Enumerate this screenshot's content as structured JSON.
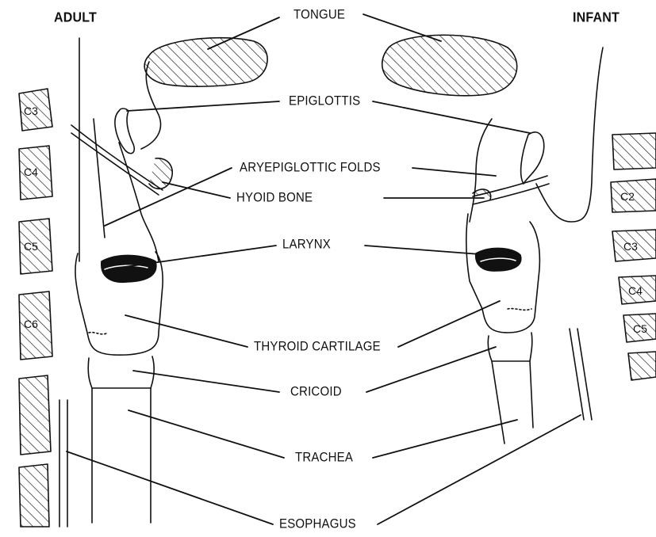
{
  "titles": {
    "adult": "ADULT",
    "infant": "INFANT"
  },
  "labels": {
    "tongue": "TONGUE",
    "epiglottis": "EPIGLOTTIS",
    "aryepiglottic_folds": "ARYEPIGLOTTIC FOLDS",
    "hyoid_bone": "HYOID BONE",
    "larynx": "LARYNX",
    "thyroid_cartilage": "THYROID CARTILAGE",
    "cricoid": "CRICOID",
    "trachea": "TRACHEA",
    "esophagus": "ESOPHAGUS"
  },
  "vertebrae_adult": [
    "C3",
    "C4",
    "C5",
    "C6"
  ],
  "vertebrae_infant": [
    "C2",
    "C3",
    "C4",
    "C5"
  ],
  "colors": {
    "ink": "#111111",
    "paper": "#ffffff"
  }
}
